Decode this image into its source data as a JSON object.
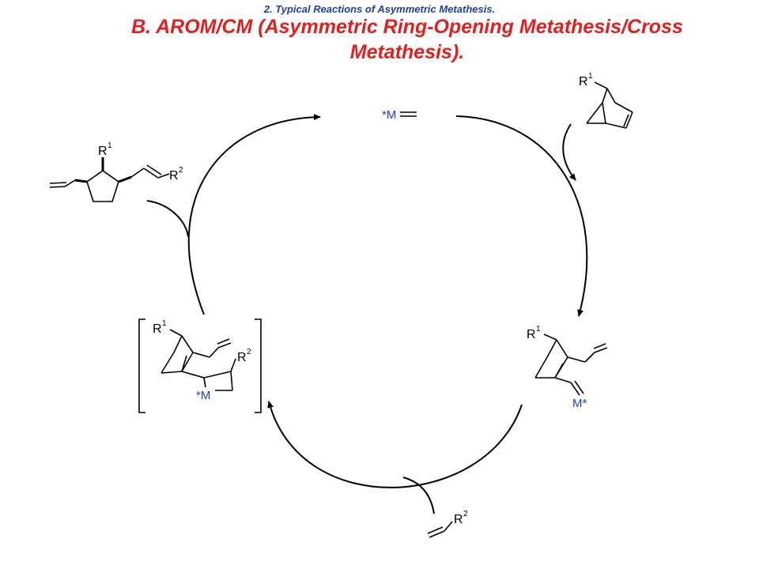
{
  "header": {
    "subtitle": "2. Typical Reactions of Asymmetric Metathesis.",
    "title_line1": "B. AROM/CM (Asymmetric Ring-Opening Metathesis/Cross",
    "title_line2": "Metathesis)."
  },
  "colors": {
    "subtitle": "#1f3fa0",
    "title": "#e0201f",
    "catalyst_label": "#1a3fd0",
    "bonds": "#000000"
  },
  "labels": {
    "catalyst": "*M",
    "r1": "R",
    "r1_sup": "1",
    "r2": "R",
    "r2_sup": "2",
    "metal_bottom": "M*",
    "metal_cyclobutane": "*M"
  }
}
